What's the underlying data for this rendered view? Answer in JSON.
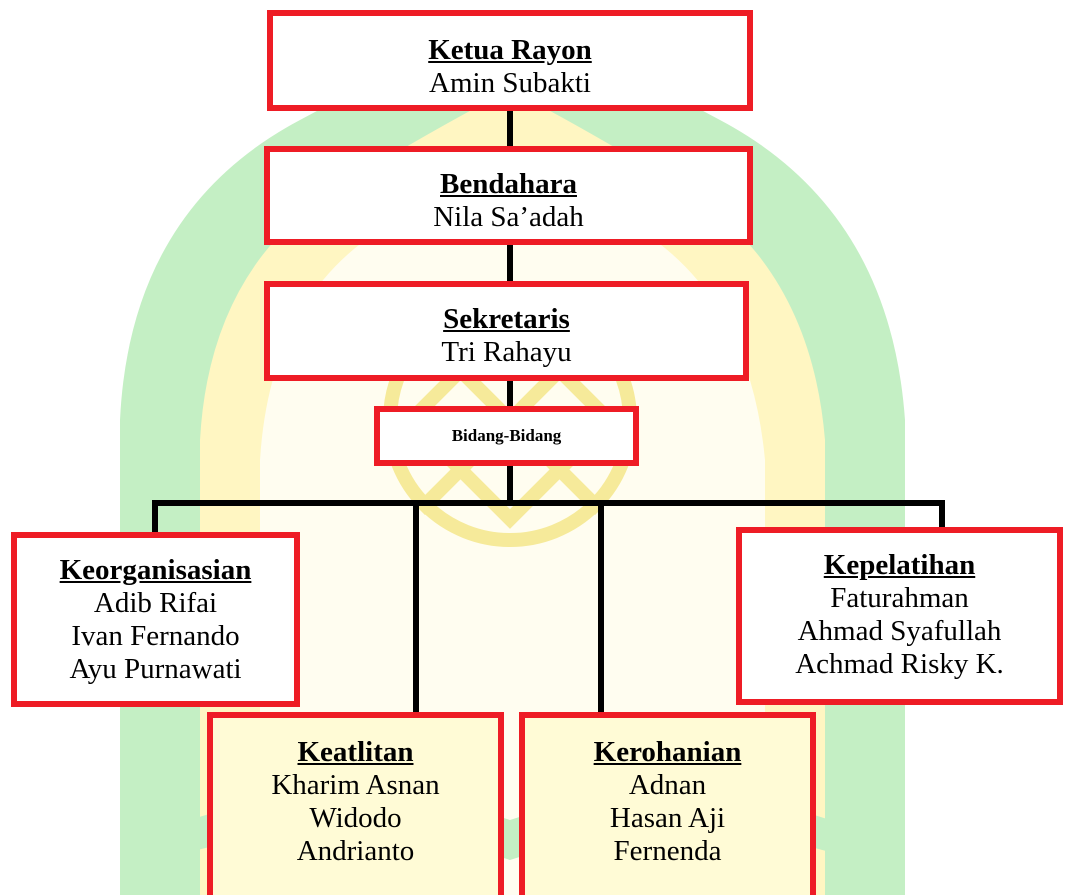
{
  "colors": {
    "border": "#ee1c25",
    "connector": "#000000",
    "watermark_green": "#c4efc4",
    "watermark_yellow": "#fff6c2"
  },
  "watermark": {
    "icon": "university-arch-logo"
  },
  "org": {
    "ketua": {
      "title": "Ketua Rayon",
      "name": "Amin Subakti"
    },
    "bendahara": {
      "title": "Bendahara",
      "name": "Nila Sa’adah"
    },
    "sekretaris": {
      "title": "Sekretaris",
      "name": "Tri Rahayu"
    },
    "bidang": {
      "title": "Bidang-Bidang"
    },
    "keorganisasian": {
      "title": "Keorganisasian",
      "members": [
        "Adib Rifai",
        "Ivan Fernando",
        "Ayu Purnawati"
      ]
    },
    "kepelatihan": {
      "title": "Kepelatihan",
      "members": [
        "Faturahman",
        "Ahmad Syafullah",
        "Achmad Risky  K."
      ]
    },
    "keatlitan": {
      "title": "Keatlitan",
      "members": [
        "Kharim Asnan",
        "Widodo",
        "Andrianto"
      ]
    },
    "kerohanian": {
      "title": "Kerohanian",
      "members": [
        "Adnan",
        "Hasan Aji",
        "Fernenda"
      ]
    }
  }
}
